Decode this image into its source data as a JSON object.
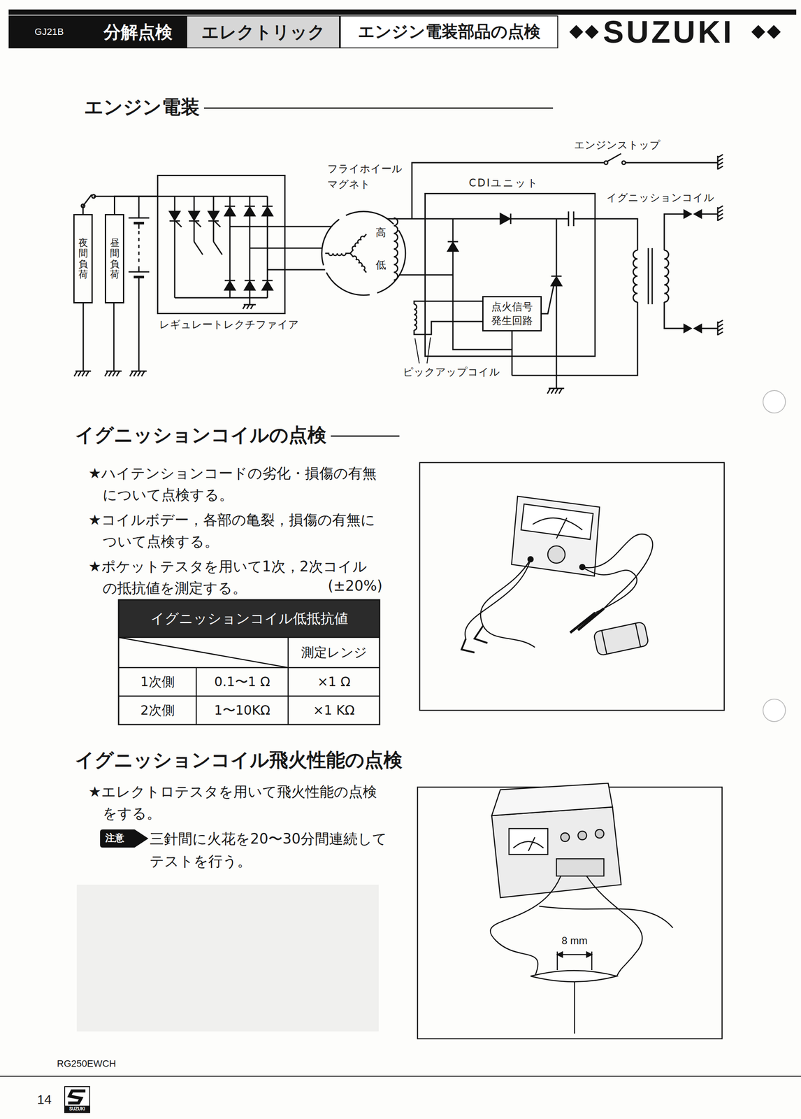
{
  "diagram": {
    "nodes": [
      {
        "text": [
          "GJ21B"
        ]
      },
      {
        "text": [
          "分解点検"
        ]
      },
      {
        "text": [
          "エレクトリック"
        ]
      },
      {
        "text": [
          "エンジン電装部品の点検"
        ]
      },
      {
        "text": [
          "夜間負荷"
        ]
      },
      {
        "text": [
          "昼間負荷"
        ]
      },
      {
        "text": [
          "レギュレートレクチファイア"
        ]
      },
      {
        "text": [
          "フライホイール マグネト",
          "高",
          "低"
        ]
      },
      {
        "text": [
          "CDIユニット"
        ]
      },
      {
        "text": [
          "点火信号 発生回路"
        ],
        "in": 8
      },
      {
        "text": [
          "注意"
        ]
      }
    ],
    "edges": [
      {
        "from": 4,
        "to": 6,
        "arrow": "none"
      },
      {
        "from": 5,
        "to": 6,
        "arrow": "none"
      },
      {
        "from": 6,
        "to": 7,
        "arrow": "none"
      },
      {
        "from": 7,
        "to": 8,
        "arrow": "none"
      }
    ],
    "labels": [
      "SUZUKI",
      "エンジン電装",
      "エンジンストップ",
      "イグニッションコイル",
      "ピックアップコイル",
      "イグニッションコイルの点検",
      "★ハイテンションコードの劣化・損傷の有無 について点検する。",
      "★コイルボデー，各部の亀裂，損傷の有無に ついて点検する。",
      "★ポケットテスタを用いて1次，2次コイル の抵抗値を測定する。",
      "(±20%)",
      "イグニッションコイル低抵抗値",
      "測定レンジ",
      "1次側",
      "0.1〜1 Ω",
      "×1 Ω",
      "2次側",
      "1〜10KΩ",
      "×1 KΩ",
      "イグニッションコイル飛火性能の点検",
      "★エレクトロテスタを用いて飛火性能の点検 をする。",
      "三針間に火花を20〜30分間連続して テストを行う。",
      "8 mm",
      "RG250EWCH",
      "14",
      "SUZUKI"
    ]
  }
}
